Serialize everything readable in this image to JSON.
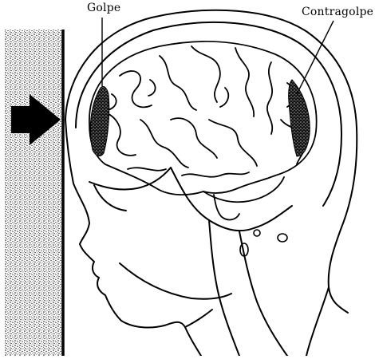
{
  "labels": {
    "golpe": "Golpe",
    "contragolpe": "Contragolpe"
  },
  "colors": {
    "ink": "#000000",
    "paper": "#ffffff",
    "wall_fill": "stippled gray"
  },
  "icons": {
    "arrow": "arrow-right-icon"
  }
}
